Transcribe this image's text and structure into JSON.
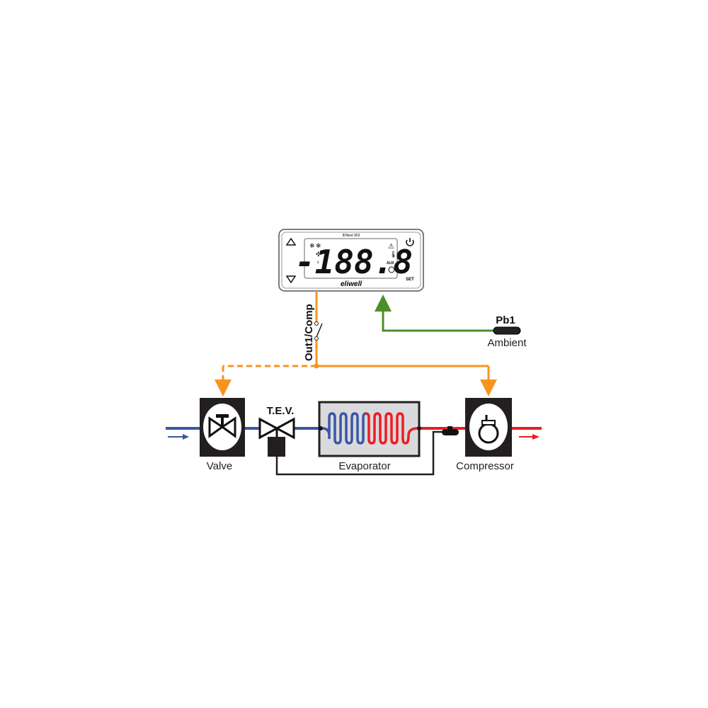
{
  "controller": {
    "model": "IDNext 902",
    "display": "-188.8",
    "brand": "eliwell",
    "aux_label": "AUX",
    "set_label": "SET"
  },
  "labels": {
    "output": "Out1/Comp",
    "probe_name": "Pb1",
    "probe_location": "Ambient",
    "valve": "Valve",
    "tev": "T.E.V.",
    "evaporator": "Evaporator",
    "compressor": "Compressor"
  },
  "colors": {
    "output_line": "#f7941d",
    "probe_line": "#4a8f2a",
    "cold_line": "#3a56a6",
    "hot_line": "#ed1c24"
  }
}
